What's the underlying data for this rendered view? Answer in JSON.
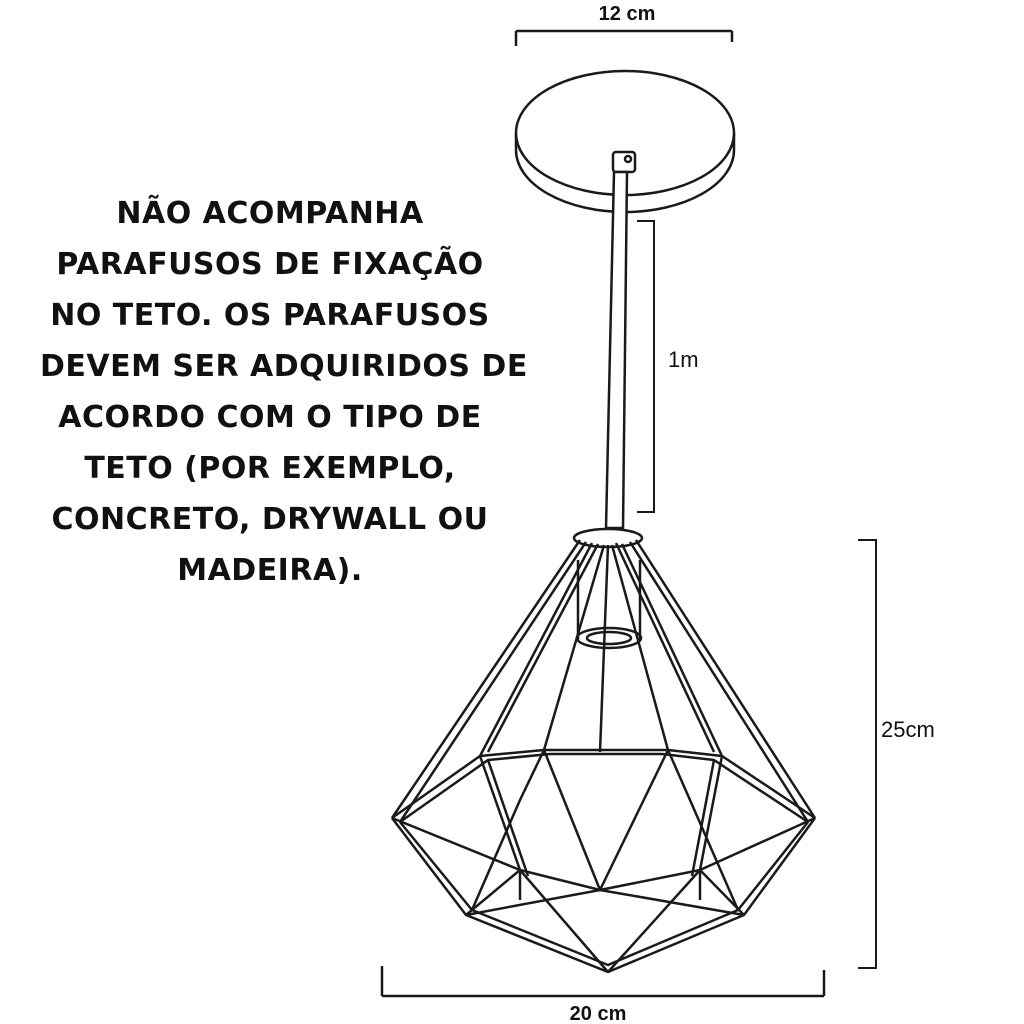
{
  "dimensions": {
    "width_top": "12 cm",
    "cable_length": "1m",
    "height": "25cm",
    "width_bottom": "20 cm"
  },
  "note": {
    "lines": [
      "NÃO ACOMPANHA",
      "PARAFUSOS DE FIXAÇÃO",
      "NO TETO. OS PARAFUSOS",
      "DEVEM SER ADQUIRIDOS DE",
      "ACORDO COM O TIPO DE",
      "TETO (POR EXEMPLO,",
      "CONCRETO, DRYWALL OU",
      "MADEIRA)."
    ]
  },
  "colors": {
    "line": "#1a1a1a",
    "background": "#ffffff"
  }
}
